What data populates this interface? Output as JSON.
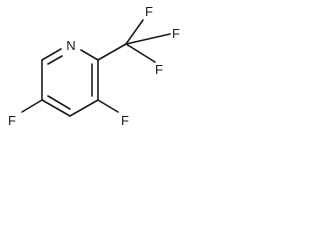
{
  "molecule": {
    "atoms": {
      "n1": "N",
      "f_tr1": "F",
      "f_tr2": "F",
      "f_tr3": "F",
      "f_c3": "F",
      "f_c5": "F"
    }
  }
}
